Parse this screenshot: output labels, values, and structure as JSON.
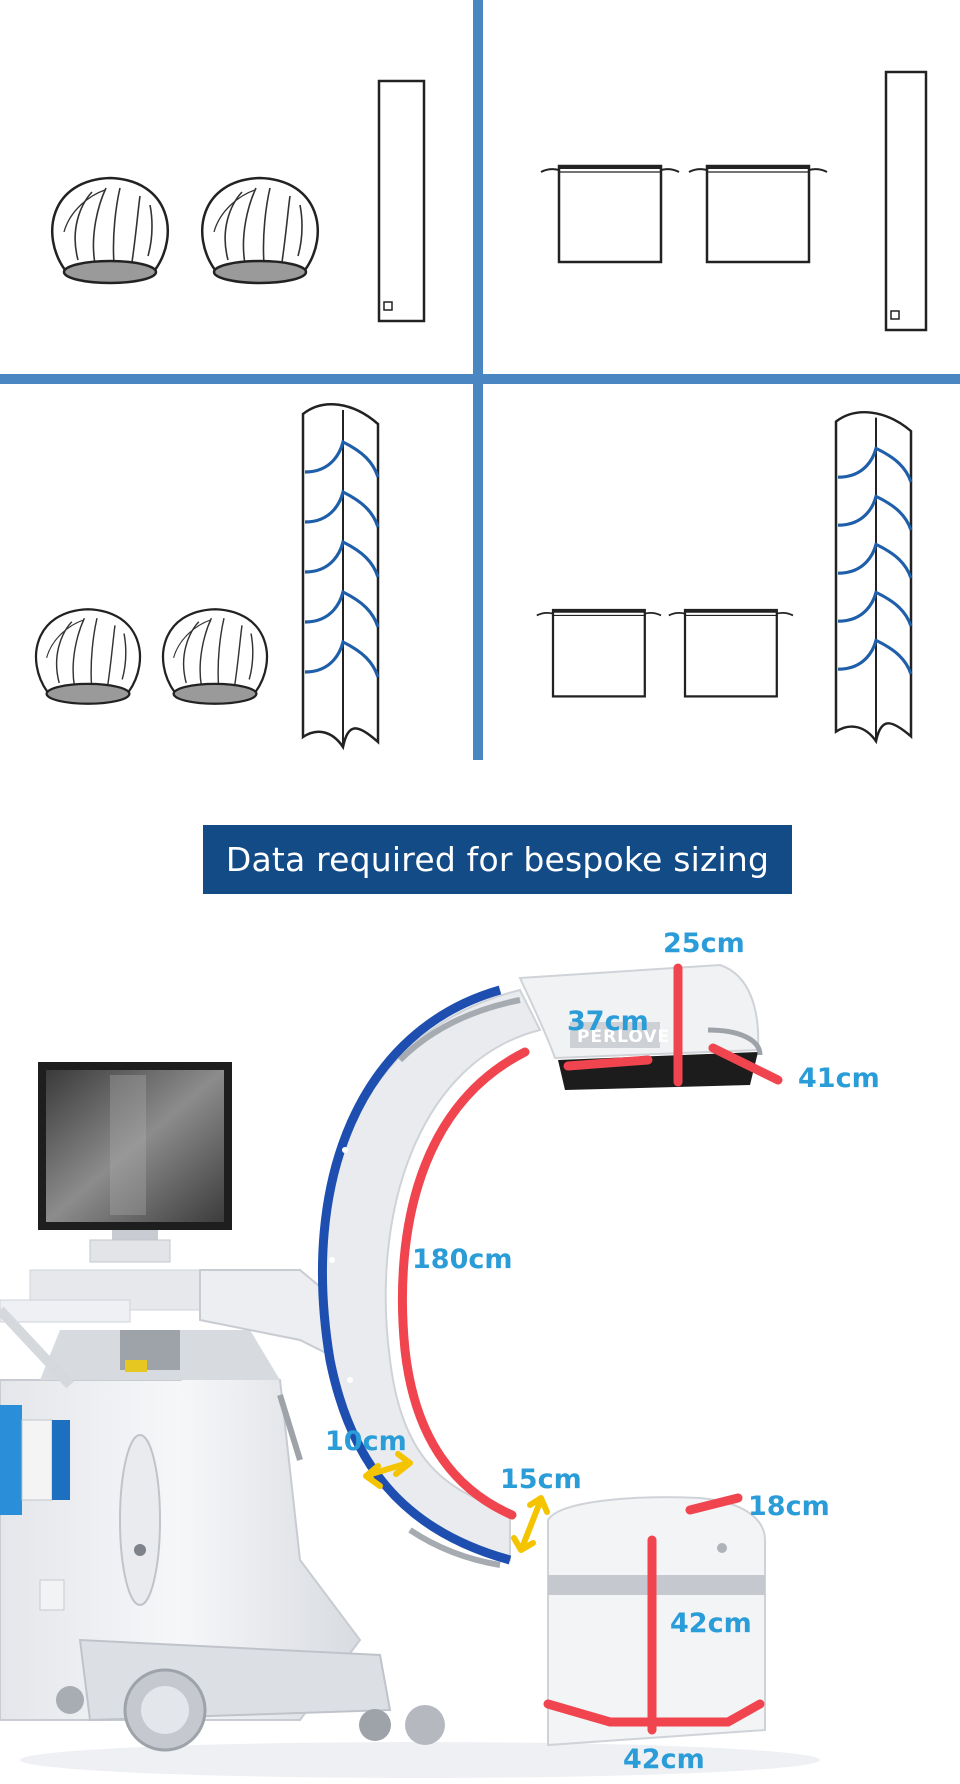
{
  "banner": {
    "title": "Data required for bespoke sizing"
  },
  "machine": {
    "brand": "PERLOVE"
  },
  "dimensions": {
    "detector_height": "25cm",
    "detector_width": "37cm",
    "detector_depth": "41cm",
    "arc_length": "180cm",
    "arc_width": "10cm",
    "arm_thickness": "15cm",
    "tube_depth": "18cm",
    "tube_height": "42cm",
    "tube_width": "42cm"
  },
  "colors": {
    "divider_blue": "#4a86c2",
    "banner_blue": "#124b86",
    "measure_red": "#f0454e",
    "label_blue": "#2a9cd8",
    "arrow_yellow": "#f5c400",
    "tie_blue": "#1f5ea8",
    "arc_blue": "#1e4fb0"
  }
}
